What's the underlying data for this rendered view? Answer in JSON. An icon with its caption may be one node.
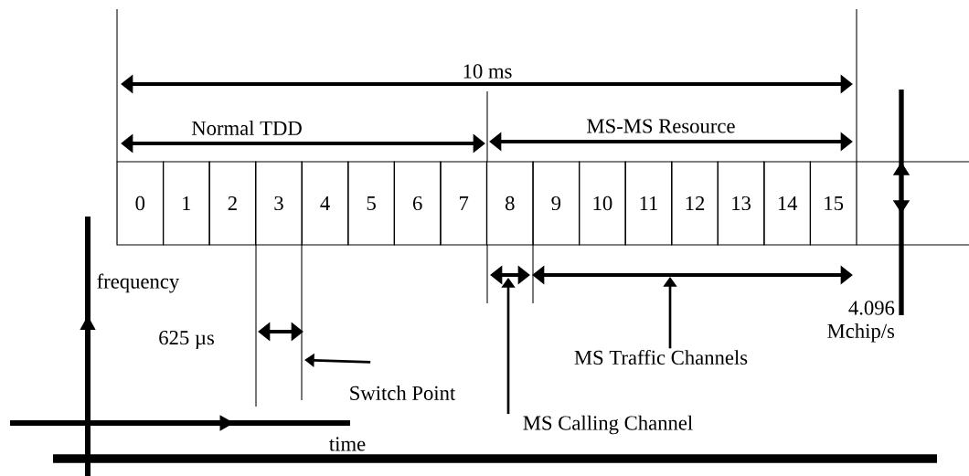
{
  "diagram": {
    "nodes": [
      {
        "text": [
          "0"
        ]
      },
      {
        "text": [
          "1"
        ]
      },
      {
        "text": [
          "2"
        ]
      },
      {
        "text": [
          "3"
        ]
      },
      {
        "text": [
          "4"
        ]
      },
      {
        "text": [
          "5"
        ]
      },
      {
        "text": [
          "6"
        ]
      },
      {
        "text": [
          "7"
        ]
      },
      {
        "text": [
          "8"
        ]
      },
      {
        "text": [
          "9"
        ]
      },
      {
        "text": [
          "10"
        ]
      },
      {
        "text": [
          "11"
        ]
      },
      {
        "text": [
          "12"
        ]
      },
      {
        "text": [
          "13"
        ]
      },
      {
        "text": [
          "14"
        ]
      },
      {
        "text": [
          "15"
        ]
      },
      {
        "text": [
          "MS Traffic Channels"
        ]
      },
      {
        "text": [
          "MS Calling Channel"
        ]
      },
      {
        "text": [
          "Switch Point"
        ]
      }
    ],
    "edges": [
      {
        "from": 16,
        "to": null,
        "arrow": "to"
      },
      {
        "from": 17,
        "to": null,
        "arrow": "to"
      },
      {
        "from": 18,
        "to": null,
        "arrow": "to"
      }
    ],
    "labels": [
      "10 ms",
      "Normal TDD",
      "MS-MS Resource",
      "frequency",
      "625 µs",
      "4.096 Mchip/s",
      "time"
    ]
  }
}
